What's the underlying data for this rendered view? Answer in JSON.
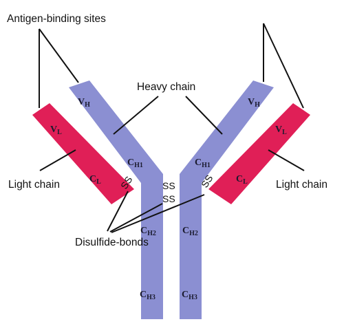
{
  "colors": {
    "heavy_chain": "#8B8FD2",
    "light_chain": "#E01F57",
    "line": "#111111",
    "background": "#FFFFFF"
  },
  "labels": {
    "antigen_binding_sites": "Antigen-binding sites",
    "heavy_chain": "Heavy chain",
    "light_chain_left": "Light chain",
    "light_chain_right": "Light chain",
    "disulfide_bonds": "Disulfide-bonds"
  },
  "domains": {
    "v_h_main": "V",
    "v_h_sub": "H",
    "v_l_main": "V",
    "v_l_sub": "L",
    "c_l_main": "C",
    "c_l_sub": "L",
    "c_h1_main": "C",
    "c_h1_sub": "H1",
    "c_h2_main": "C",
    "c_h2_sub": "H2",
    "c_h3_main": "C",
    "c_h3_sub": "H3"
  },
  "bonds": {
    "ss": "SS"
  }
}
